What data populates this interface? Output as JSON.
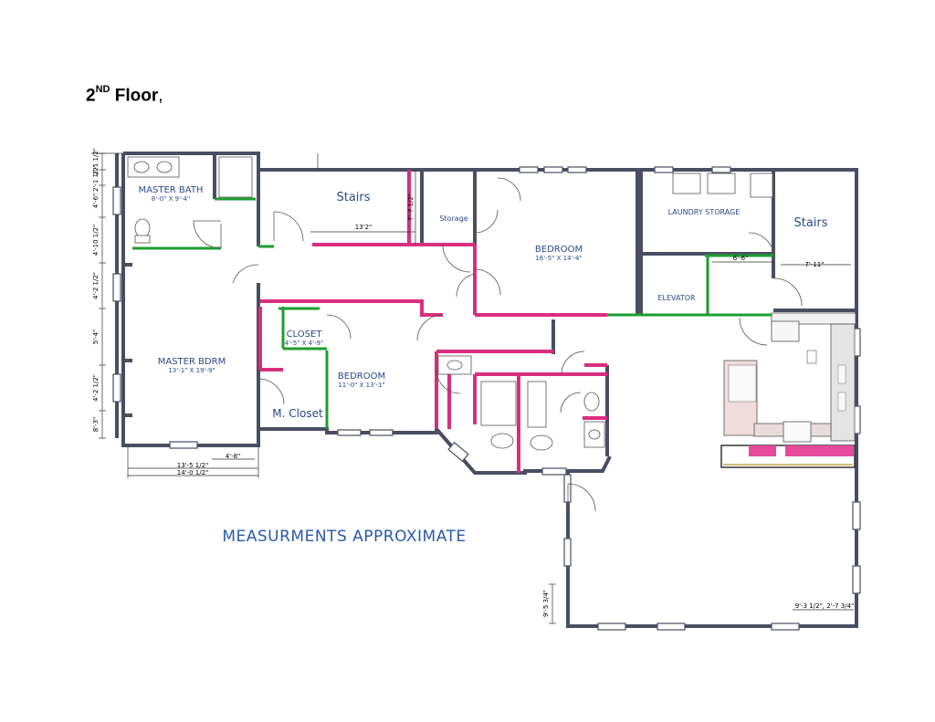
{
  "heading": {
    "number": "2",
    "superscript": "ND",
    "word": "Floor",
    "punct": ","
  },
  "rooms": {
    "master_bath": {
      "name": "MASTER BATH",
      "size": "8'-0\" X 9'-4\""
    },
    "stairs_left": {
      "name": "Stairs"
    },
    "storage": {
      "name": "Storage"
    },
    "bedroom_top": {
      "name": "BEDROOM",
      "size": "16'-5\" X 14'-4\""
    },
    "laundry": {
      "name": "LAUNDRY STORAGE"
    },
    "stairs_right": {
      "name": "Stairs"
    },
    "elevator": {
      "name": "ELEVATOR"
    },
    "closet": {
      "name": "CLOSET",
      "size": "4'-5\" X 4'-9\""
    },
    "master_bdrm": {
      "name": "MASTER BDRM",
      "size": "13'-1\" X 19'-9\""
    },
    "bedroom_mid": {
      "name": "BEDROOM",
      "size": "11'-0\" X 13'-1\""
    },
    "m_closet": {
      "name": "M. Closet"
    }
  },
  "dimensions": {
    "stairs_width": "13'2\"",
    "stairs_depth": "7'-7 1/2\"",
    "laundry_stair": "6'-6\"",
    "stairs_right_width": "7'-11\"",
    "bottom_inner": "4'-8\"",
    "bottom_a": "13'-5 1/2\"",
    "bottom_b": "14'-0 1/2\"",
    "left_1": "2'-1 1/2\"",
    "left_2": "2'-1 1/2\"",
    "left_3": "4'-6\"",
    "left_4": "4'-10 1/2\"",
    "left_5": "4'-2 1/2\"",
    "left_6": "5'-4\"",
    "left_7": "4'-2 1/2\"",
    "left_8": "8'-3\"",
    "right_lower": "9'-5 3/4\"",
    "corner_right": "9'-3 1/2\", 2'-7 3/4\""
  },
  "note": "MEASURMENTS APPROXIMATE",
  "colors": {
    "wall": "#4a4e63",
    "accent_pink": "#d92e7f",
    "accent_green": "#1c9e30",
    "label_blue": "#2a4a8c"
  }
}
